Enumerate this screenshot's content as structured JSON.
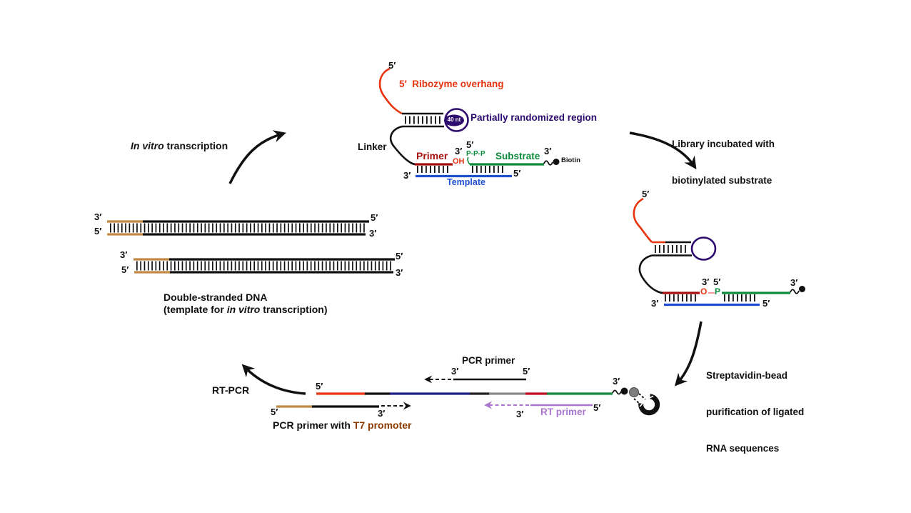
{
  "colors": {
    "ribozyme_red": "#e8330f",
    "randomized_purple": "#2d0a6e",
    "primer_dark_red": "#a50f0f",
    "substrate_green": "#0d8a3c",
    "template_blue": "#1f4fd0",
    "t7_tan": "#c08a45",
    "t7_caption_brown": "#8b3a00",
    "rt_primer_purple": "#a876cc",
    "segment_navy": "#1e1e8e",
    "segment_gray": "#8a8a8a",
    "segment_crimson": "#c01020"
  },
  "top_construct": {
    "five_prime": "5′",
    "overhang_label": "5′  Ribozyme overhang",
    "loop_size": "40 nt",
    "randomized_label": "Partially randomized region",
    "linker_label": "Linker",
    "primer_label": "Primer",
    "primer_three": "3′",
    "oh_label": "OH",
    "substrate_five": "5′",
    "ppp_label": "P-P-P",
    "substrate_label": "Substrate",
    "substrate_three": "3′",
    "biotin_label": "Biotin",
    "template_three": "3′",
    "template_label": "Template",
    "template_five": "5′"
  },
  "steps": {
    "transcription_italic": "In vitro",
    "transcription_rest": " transcription",
    "library_line1": "Library incubated with",
    "library_line2": "biotinylated substrate",
    "strep_line1": "Streptavidin-bead",
    "strep_line2": "purification of ligated",
    "strep_line3": "RNA sequences",
    "rtpcr_label": "RT-PCR"
  },
  "dsdna": {
    "duplex1": {
      "top_left": "3′",
      "top_right": "5′",
      "bottom_left": "5′",
      "bottom_right": "3′"
    },
    "duplex2": {
      "top_left": "3′",
      "top_right": "5′",
      "bottom_left": "5′",
      "bottom_right": "3′"
    },
    "caption_line1": "Double-stranded DNA",
    "caption2_pre": "(template for ",
    "caption2_italic": "in vitro",
    "caption2_post": " transcription)"
  },
  "ligated_construct": {
    "five_prime": "5′",
    "junction_three": "3′",
    "junction_five": "5′",
    "oxygen": "O",
    "phosphate": "P",
    "end_three": "3′",
    "template_three": "3′",
    "template_five": "5′"
  },
  "bottom": {
    "pcr_primer_label": "PCR primer",
    "pcr_three": "3′",
    "pcr_five": "5′",
    "rna_five": "5′",
    "rna_three": "3′",
    "t7_five": "5′",
    "t7_three": "3′",
    "t7_caption_pre": "PCR primer with ",
    "t7_caption_highlight": "T7 promoter",
    "rt_three": "3′",
    "rt_five": "5′",
    "rt_primer_label": "RT primer"
  }
}
